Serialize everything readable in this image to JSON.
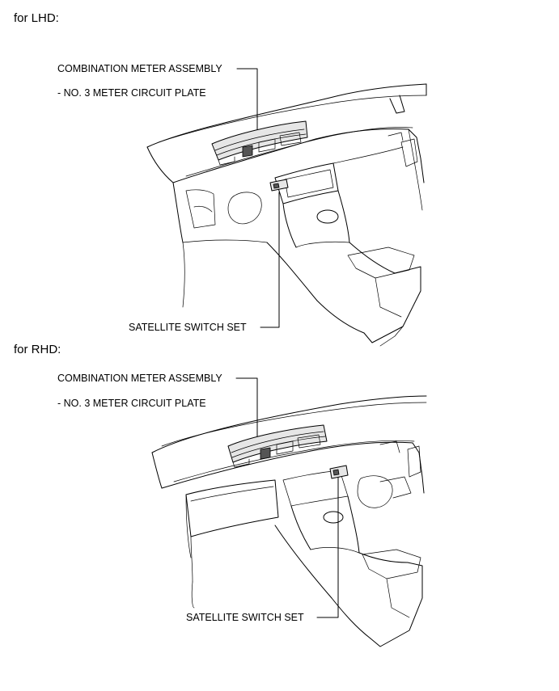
{
  "lhd": {
    "heading": "for LHD:",
    "combination_meter": "COMBINATION METER ASSEMBLY",
    "circuit_plate": "- NO. 3 METER CIRCUIT PLATE",
    "satellite_switch": "SATELLITE SWITCH SET"
  },
  "rhd": {
    "heading": "for RHD:",
    "combination_meter": "COMBINATION METER ASSEMBLY",
    "circuit_plate": "- NO. 3 METER CIRCUIT PLATE",
    "satellite_switch": "SATELLITE SWITCH SET"
  }
}
